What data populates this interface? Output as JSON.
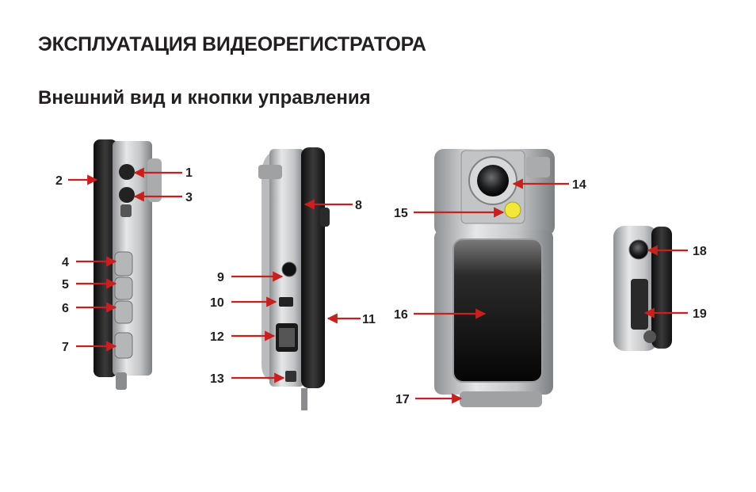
{
  "page": {
    "title": "ЭКСПЛУАТАЦИЯ ВИДЕОРЕГИСТРАТОРА",
    "subtitle": "Внешний вид и кнопки управления"
  },
  "callouts": [
    "1",
    "2",
    "3",
    "4",
    "5",
    "6",
    "7",
    "8",
    "9",
    "10",
    "11",
    "12",
    "13",
    "14",
    "15",
    "16",
    "17",
    "18",
    "19"
  ],
  "colors": {
    "arrow": "#c8201e",
    "text": "#231f20",
    "body_silver": "#c9cbcd",
    "body_dark": "#222222",
    "lens_yellow": "#f2e83a"
  }
}
